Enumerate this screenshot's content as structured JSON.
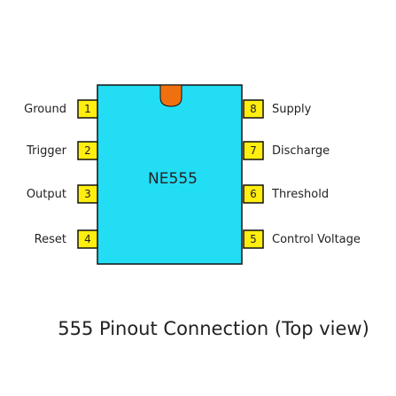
{
  "chip": {
    "name": "NE555",
    "body_color": "#22ddf4",
    "notch_color": "#f07010",
    "pin_color": "#ffee10"
  },
  "pins_left": [
    {
      "number": "1",
      "label": "Ground"
    },
    {
      "number": "2",
      "label": "Trigger"
    },
    {
      "number": "3",
      "label": "Output"
    },
    {
      "number": "4",
      "label": "Reset"
    }
  ],
  "pins_right": [
    {
      "number": "8",
      "label": "Supply"
    },
    {
      "number": "7",
      "label": "Discharge"
    },
    {
      "number": "6",
      "label": "Threshold"
    },
    {
      "number": "5",
      "label": "Control Voltage"
    }
  ],
  "caption": "555 Pinout Connection (Top view)"
}
